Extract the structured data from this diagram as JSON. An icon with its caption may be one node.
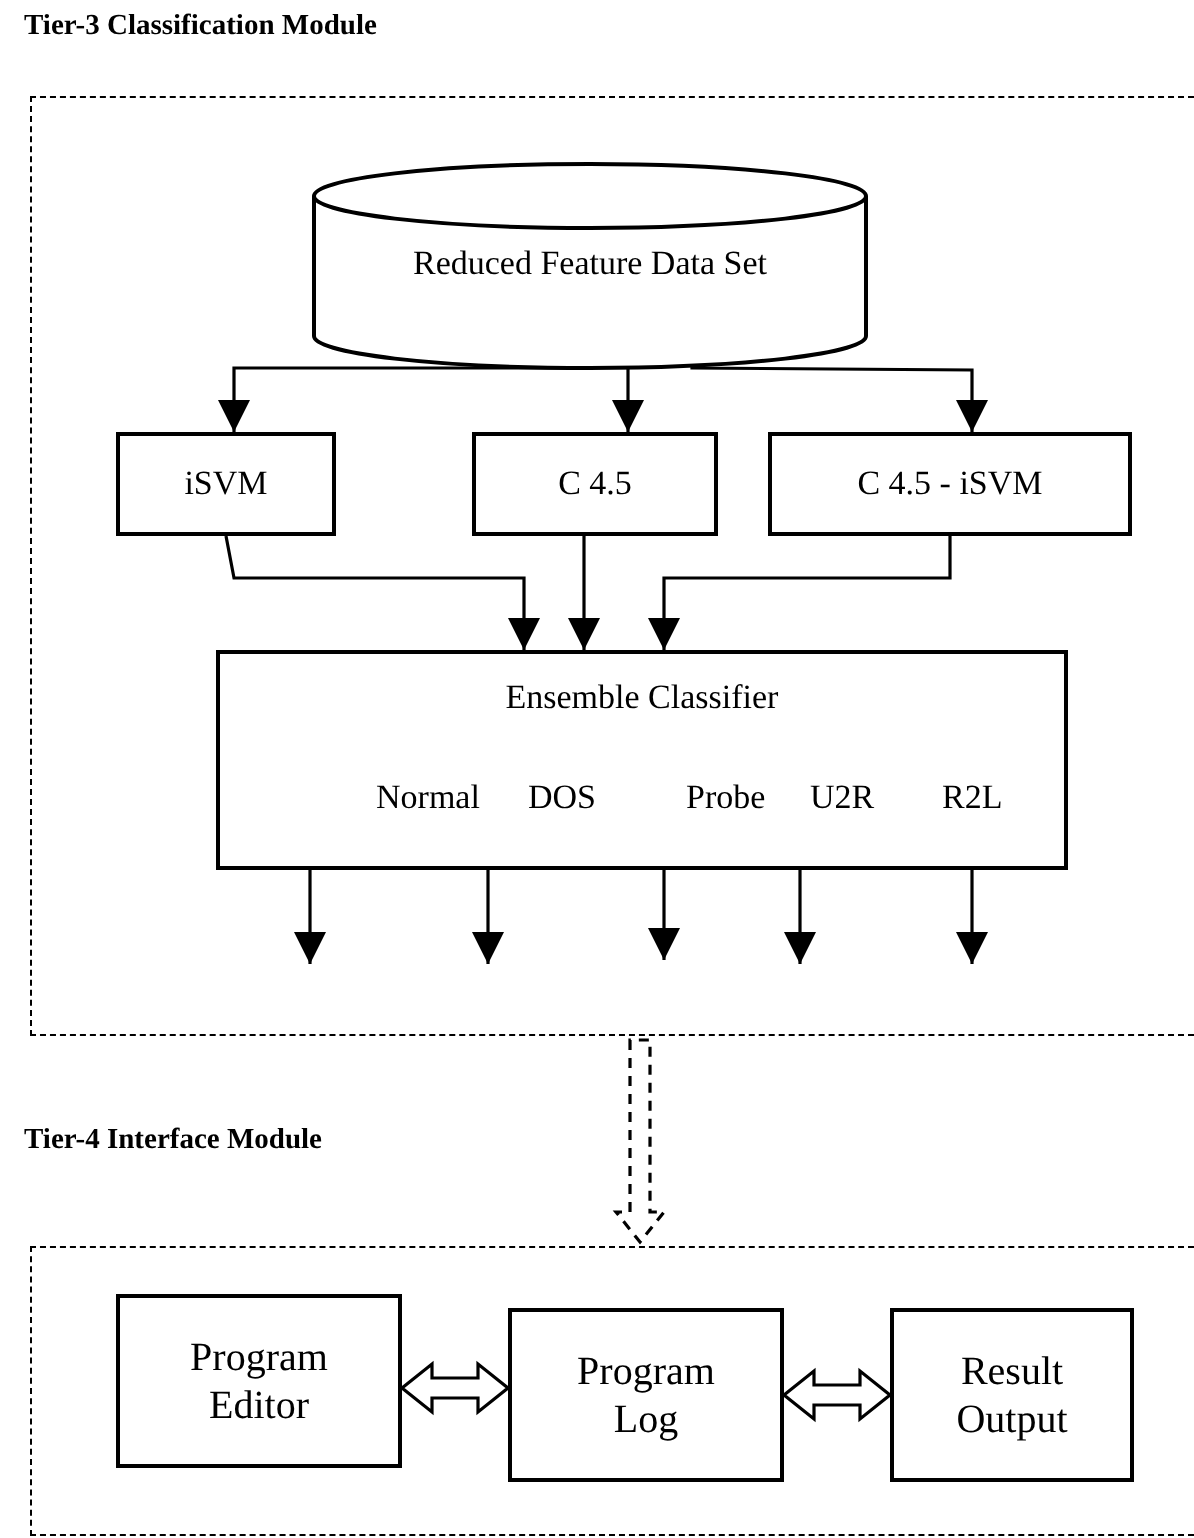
{
  "diagram": {
    "nodes": [
      {
        "text": [
          "Tier-3 Classification Module"
        ]
      },
      {
        "text": [
          "Reduced Feature Data Set"
        ],
        "in": 0
      },
      {
        "text": [
          "iSVM"
        ],
        "in": 0
      },
      {
        "text": [
          "C 4.5"
        ],
        "in": 0
      },
      {
        "text": [
          "C 4.5 - iSVM"
        ],
        "in": 0
      },
      {
        "text": [
          "Ensemble Classifier",
          "Normal",
          "DOS",
          "Probe",
          "U2R",
          "R2L"
        ],
        "in": 0
      },
      {
        "text": [
          "Tier-4 Interface Module"
        ]
      },
      {
        "text": [
          "Program Editor"
        ],
        "in": 6
      },
      {
        "text": [
          "Program Log"
        ],
        "in": 6
      },
      {
        "text": [
          "Result Output"
        ],
        "in": 6
      }
    ],
    "edges": [
      {
        "from": 1,
        "to": 2,
        "arrow": "to"
      },
      {
        "from": 1,
        "to": 3,
        "arrow": "to"
      },
      {
        "from": 1,
        "to": 4,
        "arrow": "to"
      },
      {
        "from": 2,
        "to": 5,
        "arrow": "to"
      },
      {
        "from": 3,
        "to": 5,
        "arrow": "to"
      },
      {
        "from": 4,
        "to": 5,
        "arrow": "to"
      },
      {
        "from": 5,
        "to": null,
        "arrow": "to"
      },
      {
        "from": 5,
        "to": null,
        "arrow": "to"
      },
      {
        "from": 5,
        "to": null,
        "arrow": "to"
      },
      {
        "from": 5,
        "to": null,
        "arrow": "to"
      },
      {
        "from": 5,
        "to": null,
        "arrow": "to"
      },
      {
        "from": 0,
        "to": 6,
        "arrow": "to",
        "style": "dashed"
      },
      {
        "from": 7,
        "to": 8,
        "arrow": "both"
      },
      {
        "from": 8,
        "to": 9,
        "arrow": "both"
      }
    ]
  }
}
